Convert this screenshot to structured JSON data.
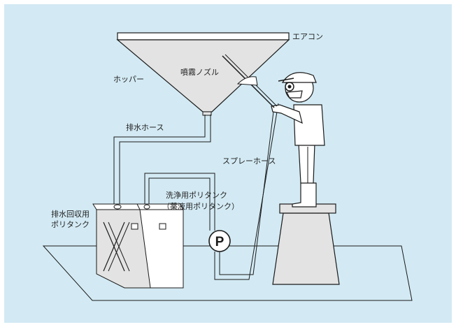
{
  "labels": {
    "aircon": "エアコン",
    "hopper": "ホッパー",
    "nozzle": "噴霧ノズル",
    "drain_hose": "排水ホース",
    "spray_hose": "スプレーホース",
    "wash_tank_1": "洗浄用ポリタンク",
    "wash_tank_2": "（薬液用ポリタンク）",
    "drain_tank_1": "排水回収用",
    "drain_tank_2": "ポリタンク",
    "pump": "P"
  },
  "colors": {
    "background": "#d3eaf4",
    "line": "#1a1a1a",
    "hopper_fill": "#e3e3e3",
    "tank_fill": "#ffffff"
  }
}
